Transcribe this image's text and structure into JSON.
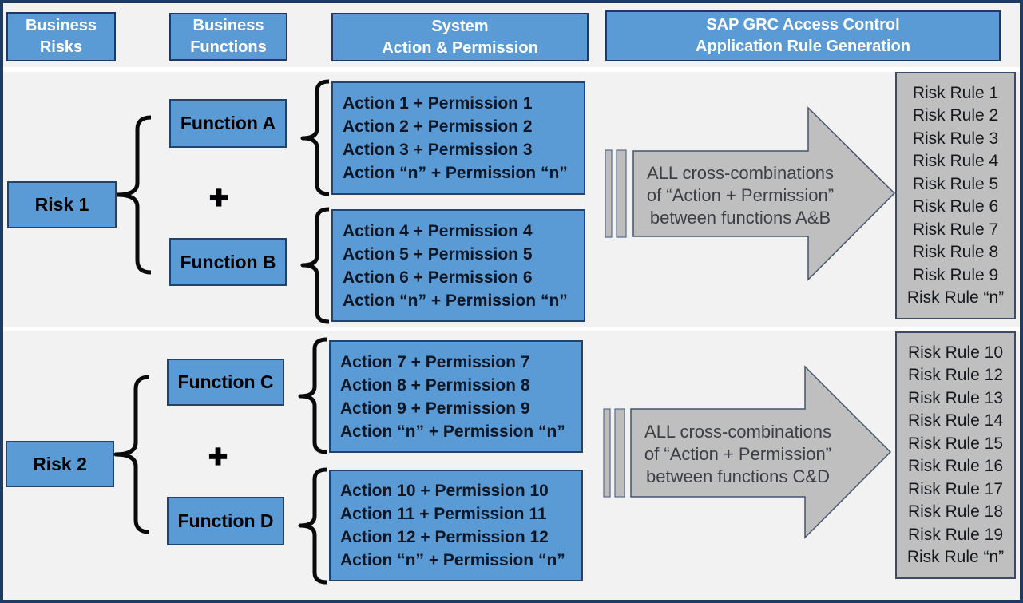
{
  "headers": {
    "business_risks": "Business\nRisks",
    "business_functions": "Business\nFunctions",
    "system_action_permission": "System\nAction & Permission",
    "sap_grc": "SAP GRC Access Control\nApplication Rule Generation"
  },
  "colors": {
    "box_blue": "#5b9bd5",
    "box_gray": "#bfbfbf",
    "frame_navy": "#1c3c66",
    "background": "#f2f2f2"
  },
  "sections": [
    {
      "risk_label": "Risk 1",
      "plus_icon": "✚",
      "function_top": "Function A",
      "function_bottom": "Function B",
      "actions_top": [
        "Action 1 + Permission 1",
        "Action 2 + Permission 2",
        "Action 3 + Permission 3",
        "Action “n” + Permission “n”"
      ],
      "actions_bottom": [
        "Action 4 + Permission 4",
        "Action 5 + Permission 5",
        "Action 6 + Permission 6",
        "Action “n” + Permission “n”"
      ],
      "arrow_text": "ALL cross-combinations\nof “Action + Permission”\nbetween functions A&B",
      "risk_rules": [
        "Risk Rule 1",
        "Risk Rule 2",
        "Risk Rule 3",
        "Risk Rule 4",
        "Risk Rule 5",
        "Risk Rule 6",
        "Risk Rule 7",
        "Risk Rule 8",
        "Risk Rule 9",
        "Risk Rule “n”"
      ]
    },
    {
      "risk_label": "Risk 2",
      "plus_icon": "✚",
      "function_top": "Function C",
      "function_bottom": "Function D",
      "actions_top": [
        "Action 7 + Permission 7",
        "Action 8 + Permission 8",
        "Action 9 + Permission 9",
        "Action “n” + Permission “n”"
      ],
      "actions_bottom": [
        "Action 10 + Permission 10",
        "Action 11 + Permission 11",
        "Action 12 + Permission 12",
        "Action “n” + Permission “n”"
      ],
      "arrow_text": "ALL cross-combinations\nof “Action + Permission”\nbetween functions C&D",
      "risk_rules": [
        "Risk Rule 10",
        "Risk Rule 12",
        "Risk Rule 13",
        "Risk Rule 14",
        "Risk Rule 15",
        "Risk Rule 16",
        "Risk Rule 17",
        "Risk Rule 18",
        "Risk Rule 19",
        "Risk Rule “n”"
      ]
    }
  ]
}
